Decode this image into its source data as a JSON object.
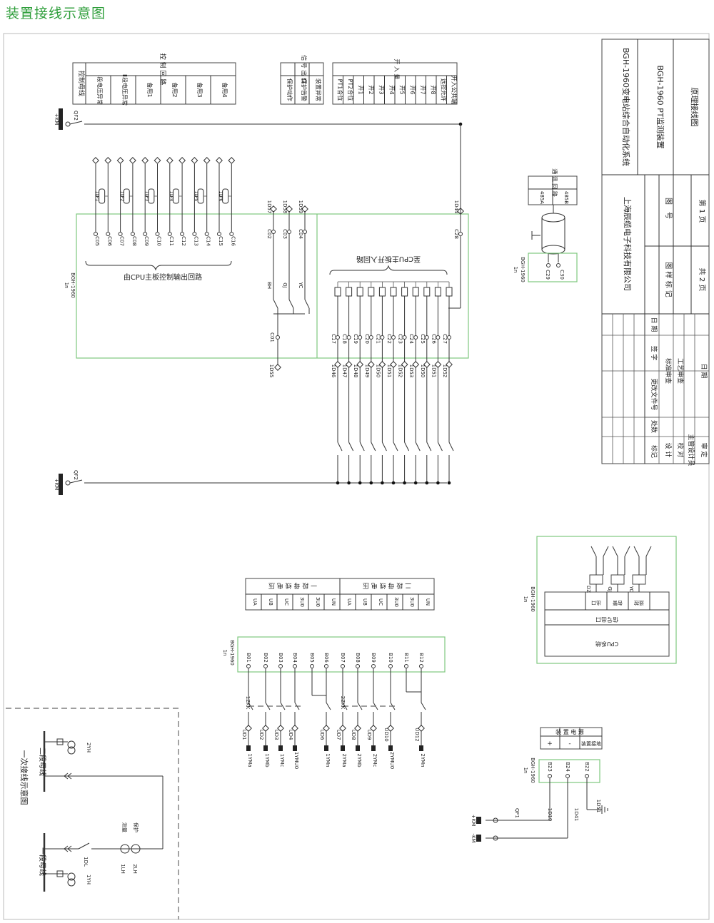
{
  "page_title": "装置接线示意图",
  "title_block": {
    "system": "BGH-1960变电站综合自动化系统",
    "device": "BGH-1960  PT监测装置",
    "drawing_name": "原理接线图",
    "company": "上海辰缆电子科技有限公司",
    "drawing_no_label": "图　号",
    "sample_mark_label": "图 样 标 记",
    "sheet_label": "第  1  页",
    "total_label": "共  2  页",
    "rev_headers": [
      "标记",
      "处数",
      "更改文件号",
      "签  字",
      "日 期"
    ],
    "roles": [
      "设 计",
      "校 对",
      "主管设计员",
      "审 定"
    ],
    "approvals": [
      "标准审查",
      "工艺审查"
    ],
    "date_label": "日 期"
  },
  "bus": {
    "km_label": "+KM",
    "km_minus": "-KM",
    "qf2": "QF2",
    "qf1": "QF1",
    "device_ref": "1n",
    "device_model": "BGH-1960"
  },
  "control_table": {
    "header": "控制母线",
    "group": "控 制 回 路",
    "cols": [
      "Ⅰ段电压异常",
      "Ⅱ段电压异常",
      "备用1",
      "备用2",
      "备用3",
      "备用4"
    ]
  },
  "signal_table": {
    "group": "信 号 出 口",
    "rows": [
      "保护动作",
      "保护告警",
      "装置异常"
    ]
  },
  "input_table": {
    "group": "开 入 量",
    "cols": [
      "PT1合位",
      "PT2合位",
      "开1",
      "开2",
      "开3",
      "开4",
      "开5",
      "开6",
      "开7",
      "开8",
      "远控允许",
      "开入公共端"
    ]
  },
  "control_relays": {
    "lp": [
      "1LP1",
      "1LP2",
      "1LP3",
      "1LP4",
      "1LP5",
      "1LP6"
    ],
    "terminals": [
      "C05",
      "C06",
      "C07",
      "C08",
      "C09",
      "C10",
      "C11",
      "C12",
      "C13",
      "C14",
      "C15",
      "C16"
    ],
    "caption": "由CPU主板控制输出回路"
  },
  "signal_out": {
    "top_terms": [
      "1D57",
      "1D58",
      "1D59"
    ],
    "c_terms": [
      "C02",
      "C03",
      "C04"
    ],
    "contacts": [
      "BH",
      "GJ",
      "YC"
    ],
    "common": "C01",
    "bottom": "1D55"
  },
  "binary_in": {
    "caption": "至CPU主板开入回路",
    "c_terms": [
      "C17",
      "C18",
      "C19",
      "C20",
      "C21",
      "C22",
      "C23",
      "C24",
      "C25",
      "C26",
      "C27"
    ],
    "d_terms": [
      "1D46",
      "1D47",
      "1D48",
      "1D49",
      "1D50",
      "1D51",
      "1D52",
      "1D53",
      "1D50",
      "1D51",
      "1D52"
    ],
    "top_term": "1D44",
    "common": "C28"
  },
  "comm": {
    "group": "通 讯 回 路",
    "rows": [
      "485A",
      "485B"
    ],
    "terms": [
      "C29",
      "C30"
    ]
  },
  "voltage_table": {
    "group1": "一 段 母 线 电 压",
    "group2": "二 段 母 线 电 压",
    "cols": [
      "UA",
      "UB",
      "UC",
      "3U0",
      "3U0",
      "UN"
    ]
  },
  "voltage_terms": {
    "b_terms": [
      "B01",
      "B02",
      "B03",
      "B04",
      "B05",
      "B06",
      "B07",
      "B08",
      "B09",
      "B10",
      "B11",
      "B12"
    ],
    "switch1": "1ZKK",
    "switch2": "2ZKK",
    "ud": [
      "UD1",
      "UD2",
      "UD3",
      "UD4",
      "UD6",
      "UD7",
      "UD8",
      "UD9",
      "UD10",
      "UD12"
    ],
    "ym": [
      "1YMa",
      "1YMb",
      "1YMc",
      "1YMU0",
      "1YMn",
      "2YMa",
      "2YMb",
      "2YMc",
      "2YMU0",
      "2YMn"
    ]
  },
  "cpu_block": {
    "dz": "DZ",
    "gj": "GJ",
    "yc": "YC",
    "relay_labels": [
      "出口",
      "告警",
      "遥控"
    ],
    "row1": "信号出口",
    "row2": "CPU系统"
  },
  "power": {
    "group": "装 置 电 源",
    "plus": "+",
    "minus": "-",
    "ground": "装置接地",
    "terms": [
      "B23",
      "B24",
      "B22"
    ],
    "d_terms": [
      "1D19",
      "1D41",
      "1D51"
    ]
  },
  "primary": {
    "title": "一次接线示意图",
    "bus2": "二段母线",
    "bus1": "一段母线",
    "yh2": "2YH",
    "yh1": "1YH",
    "measure": "测量",
    "protect": "保护",
    "lh1": "1LH",
    "lh2": "2LH",
    "dl": "1DL"
  }
}
